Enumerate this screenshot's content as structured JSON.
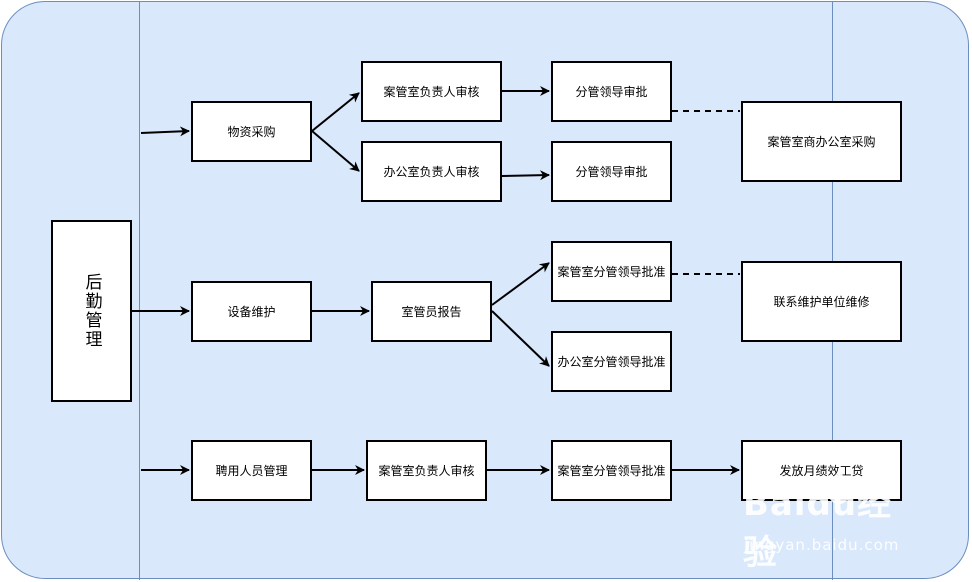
{
  "nodes": {
    "root": "后勤管理",
    "wuzi": "物资采购",
    "shebei": "设备维护",
    "pinyong": "聘用人员管理",
    "dangan_review_1": "案管室负责人审核",
    "office_review": "办公室负责人审核",
    "approve_1": "分管领导审批",
    "approve_2": "分管领导审批",
    "office_purchase": "案管室商办公室采购",
    "report": "室管员报告",
    "dangan_approve_1": "案管室分管领导批准",
    "office_approve": "办公室分管领导批准",
    "contact_repair": "联系维护单位维修",
    "dangan_review_2": "案管室负责人审核",
    "dangan_approve_2": "案管室分管领导批准",
    "pay": "发放月绩效工贷"
  },
  "watermark": {
    "brand": "Baidu经验",
    "url": "jingyan.baidu.com"
  },
  "colors": {
    "lane_fill": "#dae8fc",
    "lane_stroke": "#6c8ebf",
    "node_fill": "#ffffff",
    "edge": "#000000"
  }
}
